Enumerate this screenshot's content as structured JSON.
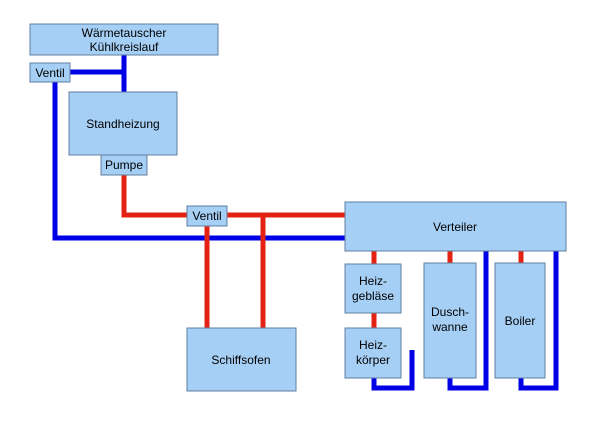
{
  "colors": {
    "box_fill": "#a6cff5",
    "box_stroke": "#5f7f9f",
    "cold_pipe": "#0000e6",
    "hot_pipe": "#e32214"
  },
  "components": {
    "waermetauscher": [
      "Wärmetauscher",
      "Kühlkreislauf"
    ],
    "ventil_oben": "Ventil",
    "standheizung": "Standheizung",
    "pumpe": "Pumpe",
    "ventil_mitte": "Ventil",
    "verteiler": "Verteiler",
    "schiffsofen": "Schiffsofen",
    "heizgeblaese": [
      "Heiz-",
      "gebläse"
    ],
    "heizkoerper": [
      "Heiz-",
      "körper"
    ],
    "duschwanne": [
      "Dusch-",
      "wanne"
    ],
    "boiler": "Boiler"
  }
}
